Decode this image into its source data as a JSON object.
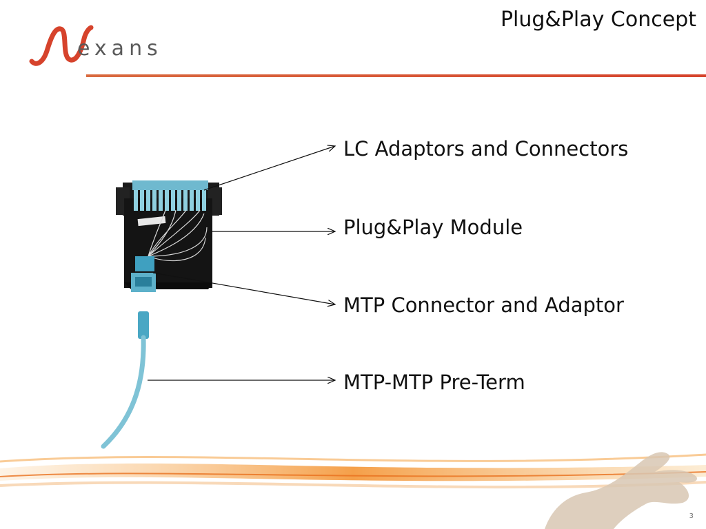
{
  "header": {
    "logo_text": "exans",
    "title": "Plug&Play Concept"
  },
  "callouts": [
    {
      "label": "LC Adaptors and Connectors"
    },
    {
      "label": "Plug&Play Module"
    },
    {
      "label": "MTP Connector and Adaptor"
    },
    {
      "label": "MTP-MTP Pre-Term"
    }
  ],
  "footer": {
    "page_number": "3"
  },
  "colors": {
    "brand_red": "#d6432c",
    "cable_aqua": "#7fc3d6",
    "module_black": "#141414"
  },
  "icons": {
    "logo": "nexans-logo-icon",
    "module_photo": "plug-and-play-module-image",
    "cable_photo": "mtp-trunk-cable-image",
    "hand_photo": "hand-swoosh-image"
  }
}
